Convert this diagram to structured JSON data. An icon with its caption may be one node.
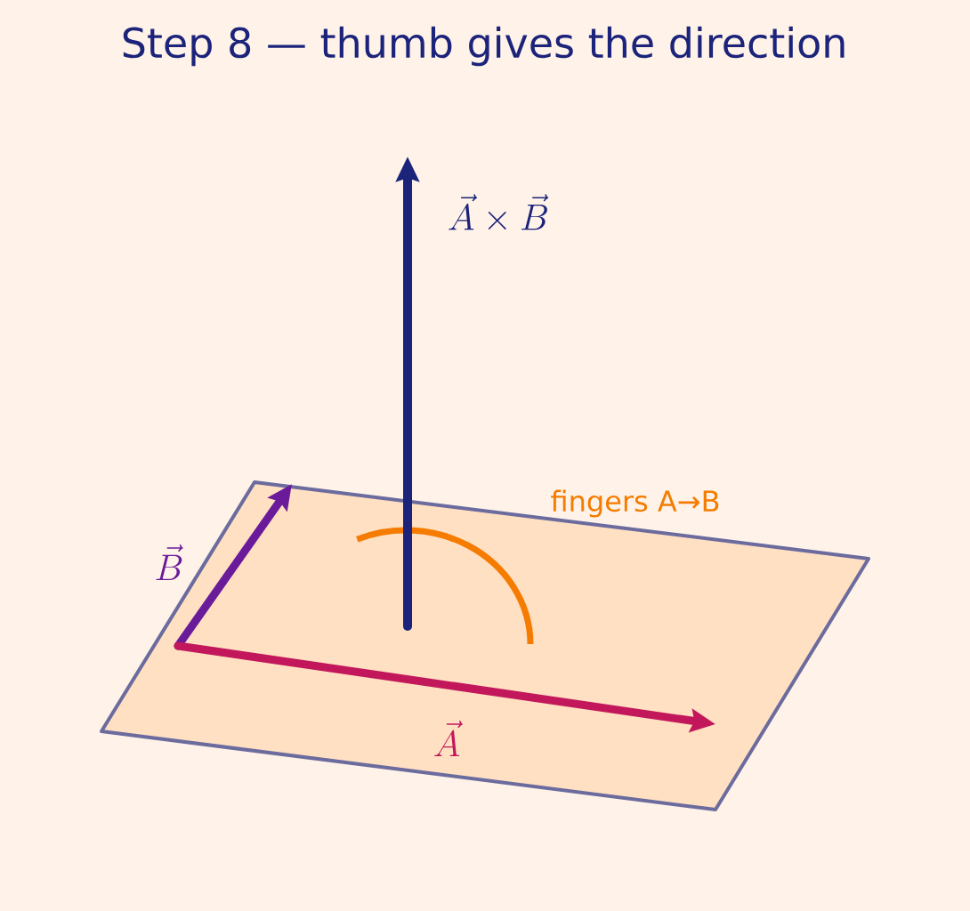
{
  "diagram": {
    "title": "Step 8 — thumb gives the direction",
    "labels": [
      "\\vec{A}\\times\\vec{B}",
      "fingers A→B",
      "\\vec{B}",
      "\\vec{A}"
    ]
  }
}
